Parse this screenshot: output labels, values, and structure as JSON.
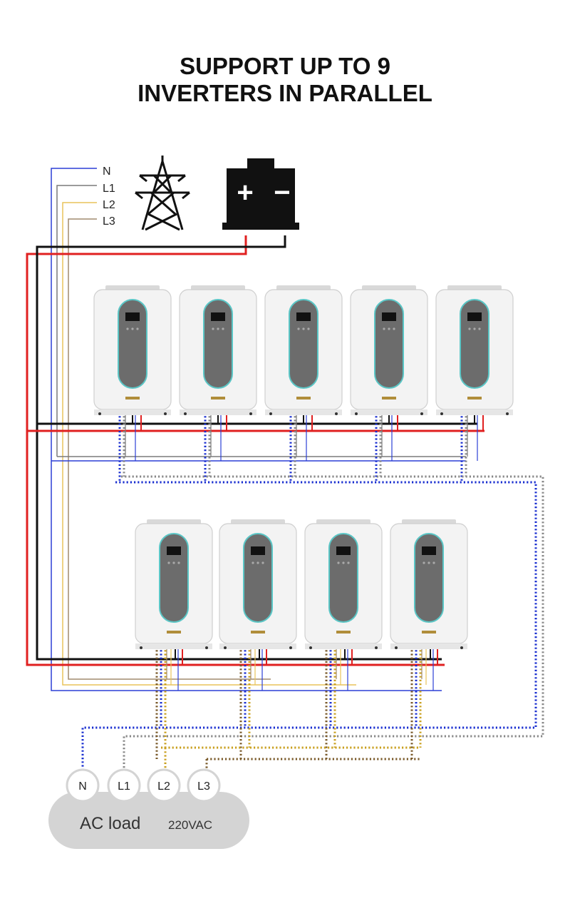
{
  "title": {
    "line1": "SUPPORT UP TO 9",
    "line2": "INVERTERS IN PARALLEL"
  },
  "grid": {
    "icon": "transmission-tower-icon",
    "lines": [
      "N",
      "L1",
      "L2",
      "L3"
    ]
  },
  "battery": {
    "icon": "battery-icon",
    "plus": "+",
    "minus": "−"
  },
  "inverters": {
    "count": 9,
    "rows": [
      5,
      4
    ]
  },
  "ac_load": {
    "label": "AC load",
    "voltage": "220VAC",
    "terminals": [
      "N",
      "L1",
      "L2",
      "L3"
    ]
  },
  "colors": {
    "N": "#2b3fd6",
    "L1": "#7a7a7a",
    "L2": "#e8c35a",
    "L3": "#a08a6e",
    "dc_positive": "#e02020",
    "dc_negative": "#111111",
    "parallel_bus_blue": "#1a2fd0",
    "parallel_bus_gray": "#888888",
    "parallel_bus_gold": "#c9a020",
    "parallel_bus_brown": "#7a5a2a",
    "inverter_body": "#f3f3f3",
    "inverter_panel": "#6c6c6c",
    "inverter_trim": "#5bc6c6",
    "load_fill": "#d4d4d4"
  }
}
